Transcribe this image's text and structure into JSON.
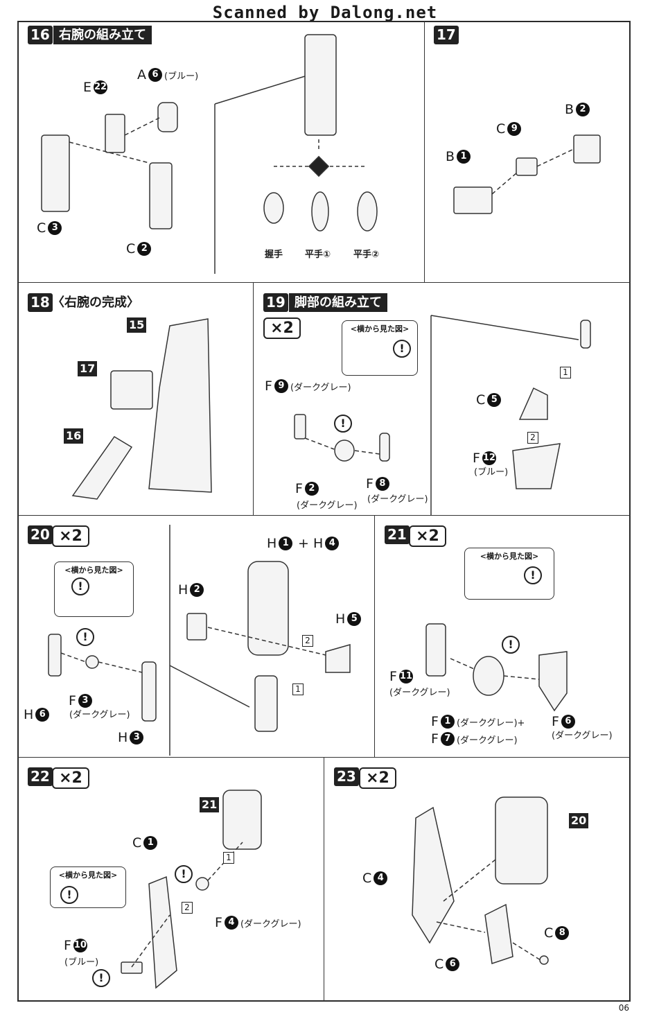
{
  "header": "Scanned by Dalong.net",
  "page_number": "06",
  "panels": [
    {
      "step": "16",
      "title": "右腕の組み立て",
      "parts": [
        {
          "letter": "E",
          "num": "22",
          "note": ""
        },
        {
          "letter": "A",
          "num": "6",
          "note": "(ブルー)"
        },
        {
          "letter": "C",
          "num": "3",
          "note": ""
        },
        {
          "letter": "C",
          "num": "2",
          "note": ""
        }
      ],
      "hands": [
        "握手",
        "平手①",
        "平手②"
      ]
    },
    {
      "step": "17",
      "parts": [
        {
          "letter": "B",
          "num": "1",
          "note": ""
        },
        {
          "letter": "C",
          "num": "9",
          "note": ""
        },
        {
          "letter": "B",
          "num": "2",
          "note": ""
        }
      ]
    },
    {
      "step": "18",
      "title": "〈右腕の完成〉",
      "refs": [
        "15",
        "17",
        "16"
      ]
    },
    {
      "step": "19",
      "title": "脚部の組み立て",
      "multiplier": "×2",
      "callout": "<横から見た図>",
      "parts": [
        {
          "letter": "F",
          "num": "9",
          "note": "(ダークグレー)"
        },
        {
          "letter": "F",
          "num": "2",
          "note": ""
        },
        {
          "letter": "F",
          "num": "8",
          "note": ""
        },
        {
          "letter": "C",
          "num": "5",
          "note": ""
        },
        {
          "letter": "F",
          "num": "12",
          "note": ""
        }
      ],
      "notes": [
        "(ダークグレー)",
        "(ダークグレー)",
        "(ブルー)"
      ],
      "order": [
        "1",
        "2"
      ]
    },
    {
      "step": "20",
      "multiplier": "×2",
      "callout": "<横から見た図>",
      "parts": [
        {
          "letter": "H",
          "num": "1",
          "note": ""
        },
        {
          "letter": "+ H",
          "num": "4",
          "note": ""
        },
        {
          "letter": "H",
          "num": "2",
          "note": ""
        },
        {
          "letter": "H",
          "num": "5",
          "note": ""
        },
        {
          "letter": "F",
          "num": "3",
          "note": ""
        },
        {
          "letter": "H",
          "num": "6",
          "note": ""
        },
        {
          "letter": "H",
          "num": "3",
          "note": ""
        }
      ],
      "notes": [
        "(ダークグレー)"
      ],
      "order": [
        "2",
        "1"
      ]
    },
    {
      "step": "21",
      "multiplier": "×2",
      "callout": "<横から見た図>",
      "parts": [
        {
          "letter": "F",
          "num": "11",
          "note": ""
        },
        {
          "letter": "F",
          "num": "1",
          "note": "(ダークグレー)+"
        },
        {
          "letter": "F",
          "num": "7",
          "note": "(ダークグレー)"
        },
        {
          "letter": "F",
          "num": "6",
          "note": ""
        }
      ],
      "notes": [
        "(ダークグレー)",
        "(ダークグレー)"
      ]
    },
    {
      "step": "22",
      "multiplier": "×2",
      "callout": "<横から見た図>",
      "refs": [
        "21"
      ],
      "parts": [
        {
          "letter": "C",
          "num": "1",
          "note": ""
        },
        {
          "letter": "F",
          "num": "10",
          "note": ""
        },
        {
          "letter": "F",
          "num": "4",
          "note": "(ダークグレー)"
        }
      ],
      "notes": [
        "(ブルー)"
      ],
      "order": [
        "1",
        "2"
      ]
    },
    {
      "step": "23",
      "multiplier": "×2",
      "refs": [
        "20"
      ],
      "parts": [
        {
          "letter": "C",
          "num": "4",
          "note": ""
        },
        {
          "letter": "C",
          "num": "8",
          "note": ""
        },
        {
          "letter": "C",
          "num": "6",
          "note": ""
        }
      ]
    }
  ]
}
